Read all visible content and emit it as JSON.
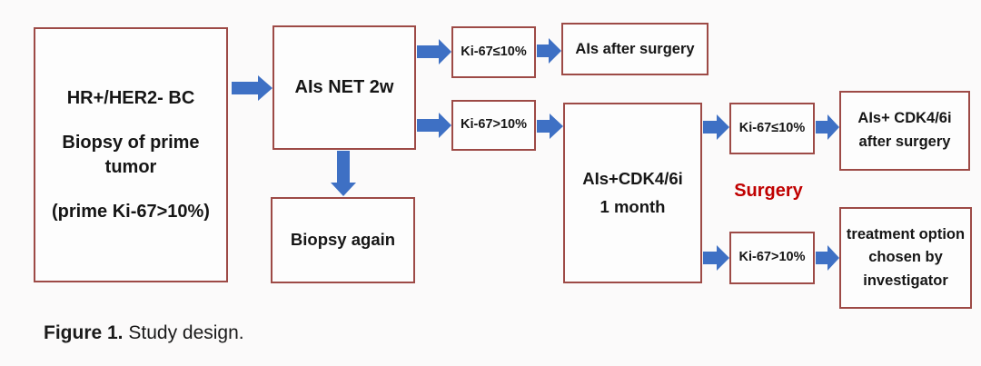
{
  "figure": {
    "caption": {
      "bold": "Figure 1.",
      "rest": " Study design."
    }
  },
  "colors": {
    "box_border": "#9d4a46",
    "arrow_blue": "#3e70c4",
    "surgery_red": "#c00000",
    "text": "#161616"
  },
  "nodes": {
    "primary_tumor": {
      "lines": [
        "HR+/HER2- BC",
        "Biopsy of prime tumor",
        "(prime Ki-67>10%)"
      ]
    },
    "ais_net_2w": {
      "label": "AIs NET 2w"
    },
    "ki67_le10_first": {
      "label": "Ki-67≤10%"
    },
    "ais_after_surgery": {
      "label": "AIs after surgery"
    },
    "ki67_gt10_first": {
      "label": "Ki-67>10%"
    },
    "ais_cdk46i_1month": {
      "lines": [
        "AIs+CDK4/6i",
        "1 month"
      ]
    },
    "biopsy_again": {
      "label": "Biopsy again"
    },
    "ki67_le10_second": {
      "label": "Ki-67≤10%"
    },
    "ais_cdk46i_after_surgery": {
      "lines": [
        "AIs+ CDK4/6i",
        "after surgery"
      ]
    },
    "surgery": {
      "label": "Surgery"
    },
    "ki67_gt10_second": {
      "label": "Ki-67>10%"
    },
    "treatment_option": {
      "lines": [
        "treatment option",
        "chosen by",
        "investigator"
      ]
    }
  }
}
